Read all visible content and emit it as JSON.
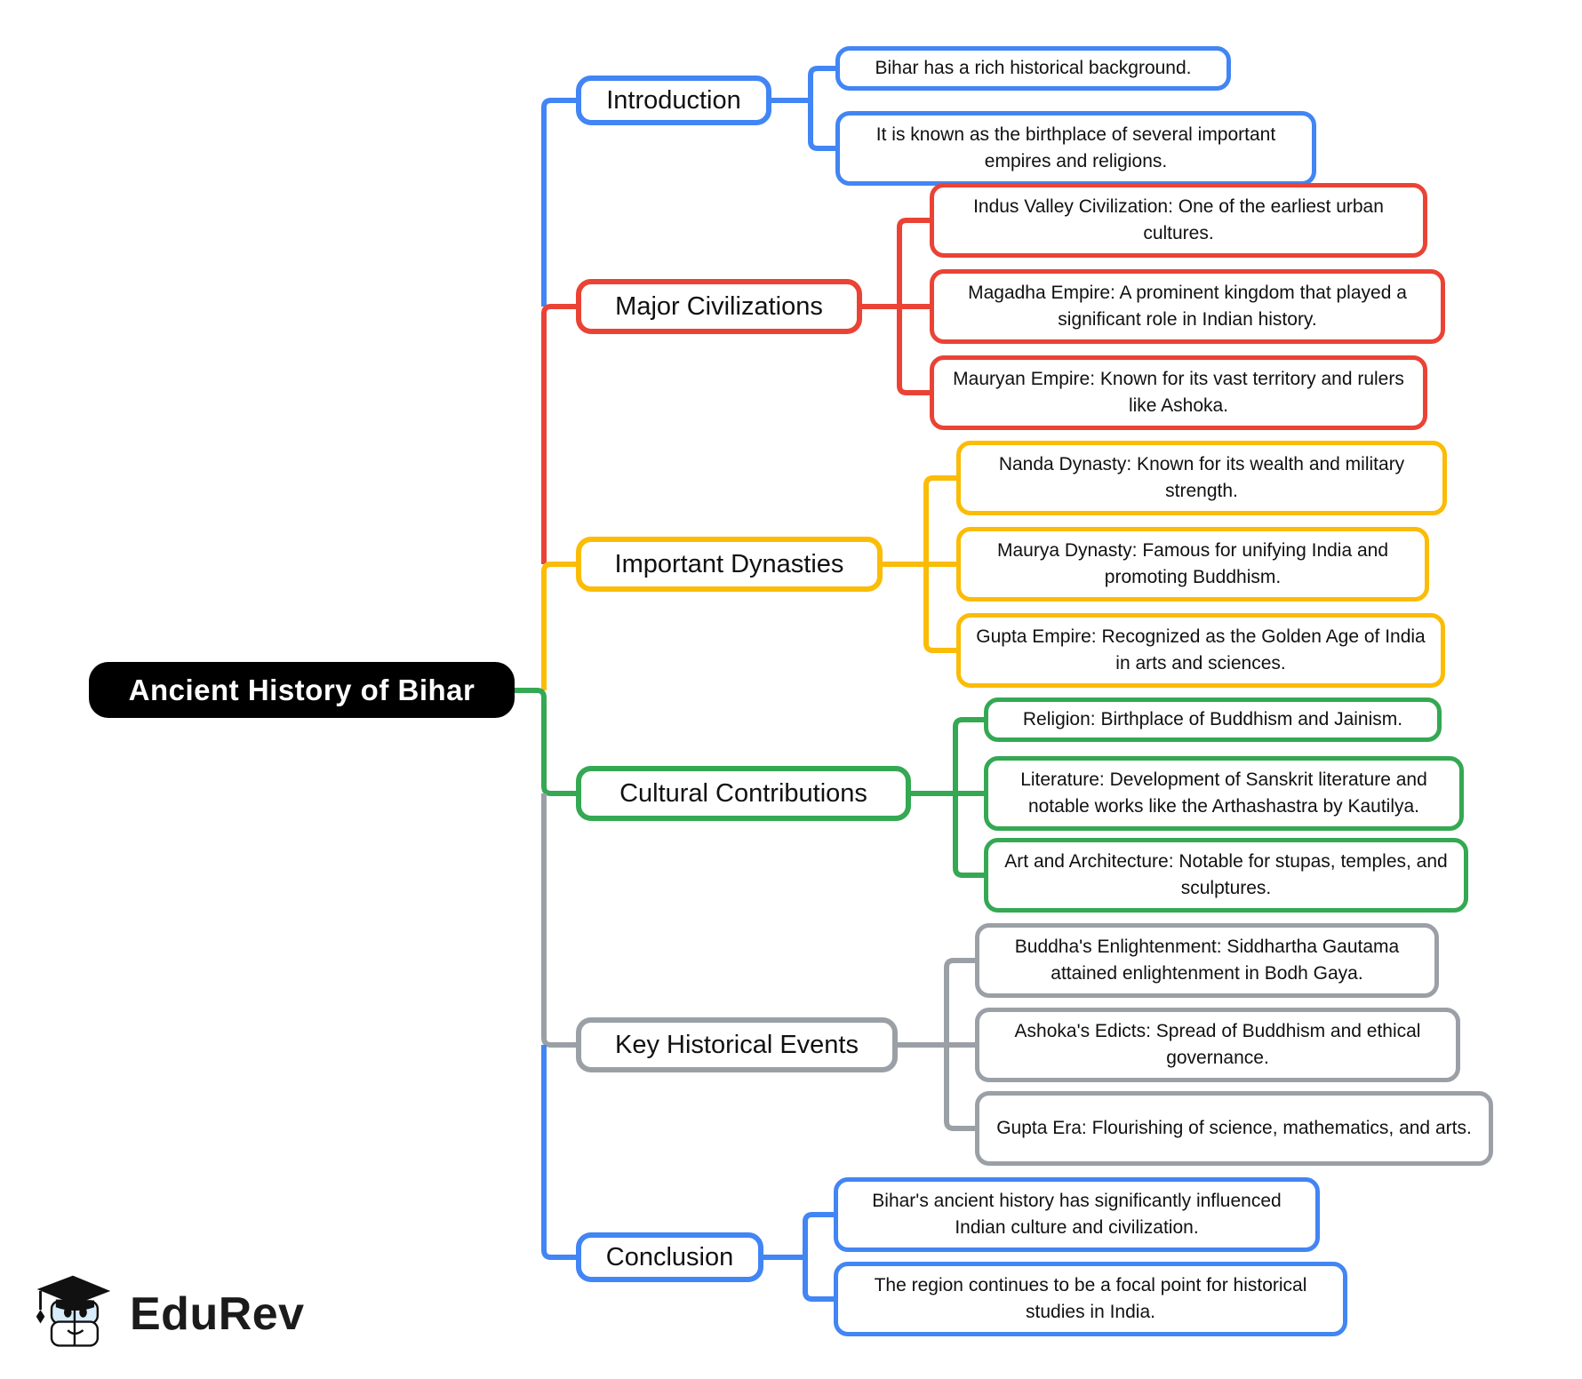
{
  "root": {
    "label": "Ancient History of Bihar",
    "bg": "#000000",
    "text_color": "#ffffff"
  },
  "branches": [
    {
      "label": "Introduction",
      "color": "#4285F4",
      "leaves": [
        "Bihar has a rich historical background.",
        "It is known as the birthplace of several important empires and religions."
      ]
    },
    {
      "label": "Major Civilizations",
      "color": "#EA4335",
      "leaves": [
        "Indus Valley Civilization: One of the earliest urban cultures.",
        "Magadha Empire: A prominent kingdom that played a significant role in Indian history.",
        "Mauryan Empire: Known for its vast territory and rulers like Ashoka."
      ]
    },
    {
      "label": "Important Dynasties",
      "color": "#FBBC05",
      "leaves": [
        "Nanda Dynasty: Known for its wealth and military strength.",
        "Maurya Dynasty: Famous for unifying India and promoting Buddhism.",
        "Gupta Empire: Recognized as the Golden Age of India in arts and sciences."
      ]
    },
    {
      "label": "Cultural Contributions",
      "color": "#34A853",
      "leaves": [
        "Religion: Birthplace of Buddhism and Jainism.",
        "Literature: Development of Sanskrit literature and notable works like the Arthashastra by Kautilya.",
        "Art and Architecture: Notable for stupas, temples, and sculptures."
      ]
    },
    {
      "label": "Key Historical Events",
      "color": "#9AA0A6",
      "leaves": [
        "Buddha's Enlightenment: Siddhartha Gautama attained enlightenment in Bodh Gaya.",
        "Ashoka's Edicts: Spread of Buddhism and ethical governance.",
        "Gupta Era: Flourishing of science, mathematics, and arts."
      ]
    },
    {
      "label": "Conclusion",
      "color": "#4285F4",
      "leaves": [
        "Bihar's ancient history has significantly influenced Indian culture and civilization.",
        "The region continues to be a focal point for historical studies in India."
      ]
    }
  ],
  "logo": {
    "brand": "EduRev"
  }
}
